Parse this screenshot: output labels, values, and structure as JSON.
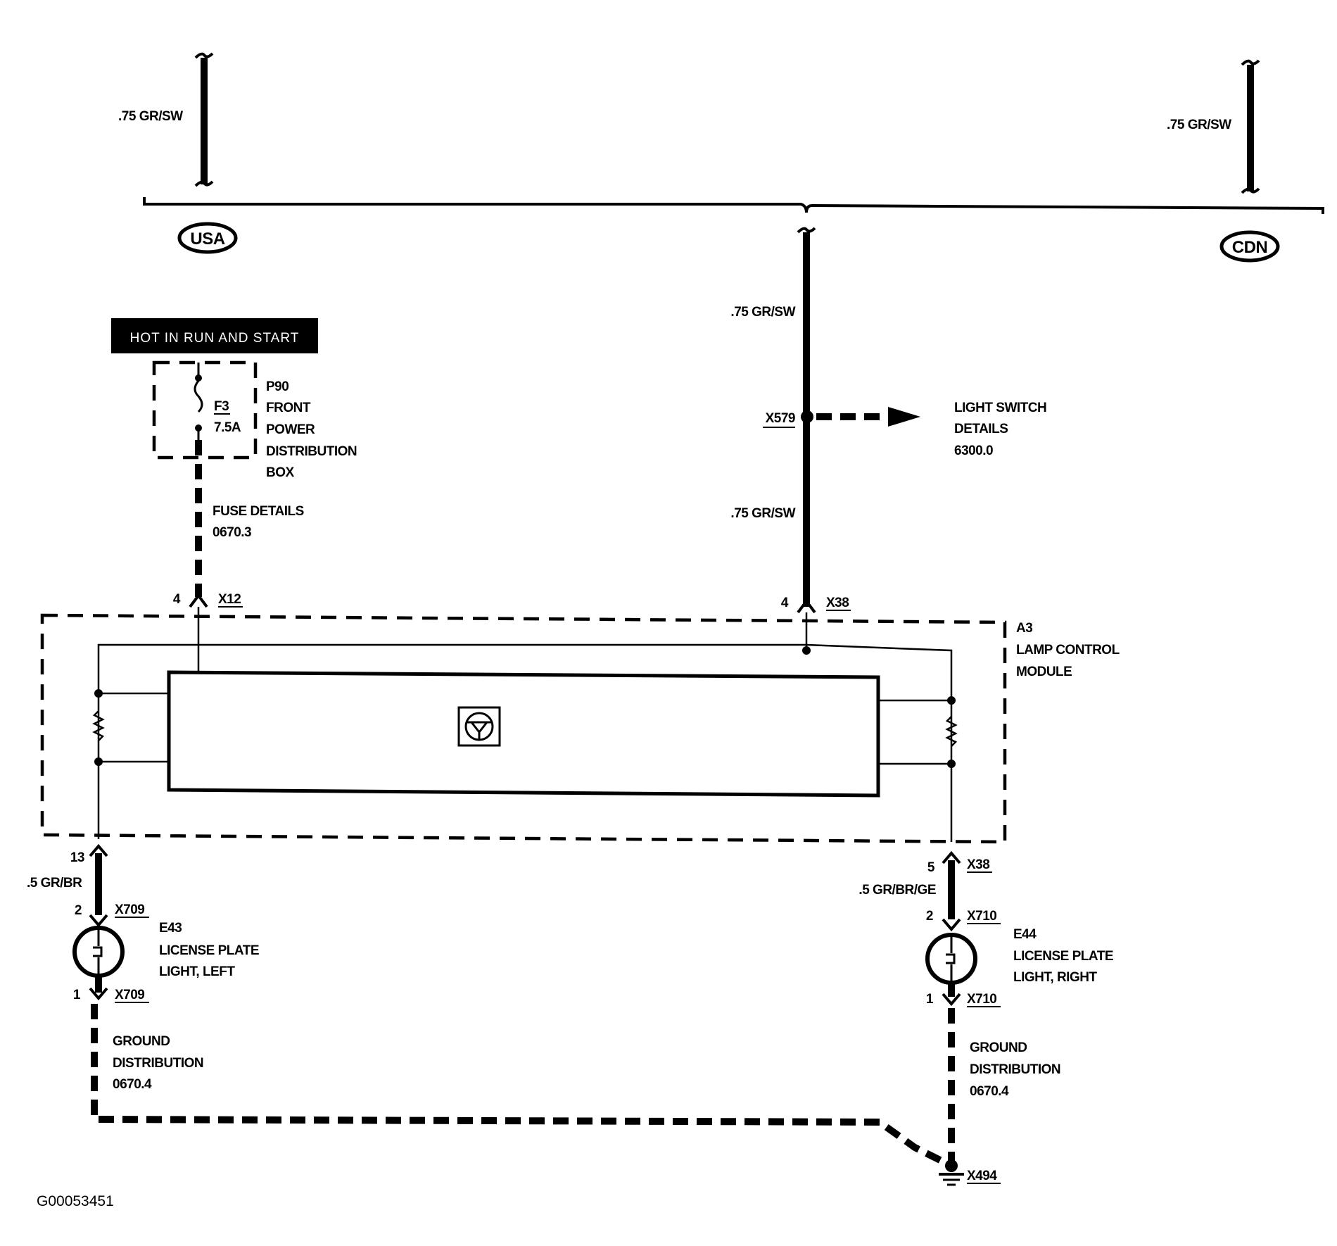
{
  "feeds": {
    "wire_usa": ".75 GR/SW",
    "wire_cdn": ".75 GR/SW",
    "region_usa": "USA",
    "region_cdn": "CDN"
  },
  "main_wire": {
    "upper_label": ".75 GR/SW",
    "lower_label": ".75 GR/SW",
    "splice": "X579"
  },
  "light_switch": {
    "line1": "LIGHT SWITCH",
    "line2": "DETAILS",
    "line3": "6300.0"
  },
  "power": {
    "banner": "HOT IN RUN AND START",
    "fuse_name": "F3",
    "fuse_rating": "7.5A",
    "box_line1": "P90",
    "box_line2": "FRONT",
    "box_line3": "POWER",
    "box_line4": "DISTRIBUTION",
    "box_line5": "BOX",
    "fuse_details_line1": "FUSE DETAILS",
    "fuse_details_line2": "0670.3"
  },
  "module": {
    "id": "A3",
    "line2": "LAMP CONTROL",
    "line3": "MODULE",
    "pin_x12_num": "4",
    "pin_x12_conn": "X12",
    "pin_x38_top_num": "4",
    "pin_x38_top_conn": "X38",
    "pin_13_num": "13",
    "pin_5_num": "5",
    "pin_5_conn": "X38"
  },
  "left_lamp": {
    "wire": ".5 GR/BR",
    "pin_top_num": "2",
    "pin_top_conn": "X709",
    "id": "E43",
    "line2": "LICENSE PLATE",
    "line3": "LIGHT, LEFT",
    "pin_bot_num": "1",
    "pin_bot_conn": "X709",
    "ground_line1": "GROUND",
    "ground_line2": "DISTRIBUTION",
    "ground_line3": "0670.4"
  },
  "right_lamp": {
    "wire": ".5 GR/BR/GE",
    "pin_top_num": "2",
    "pin_top_conn": "X710",
    "id": "E44",
    "line2": "LICENSE PLATE",
    "line3": "LIGHT, RIGHT",
    "pin_bot_num": "1",
    "pin_bot_conn": "X710",
    "ground_line1": "GROUND",
    "ground_line2": "DISTRIBUTION",
    "ground_line3": "0670.4"
  },
  "ground": {
    "point": "X494"
  },
  "figure_code": "G00053451"
}
